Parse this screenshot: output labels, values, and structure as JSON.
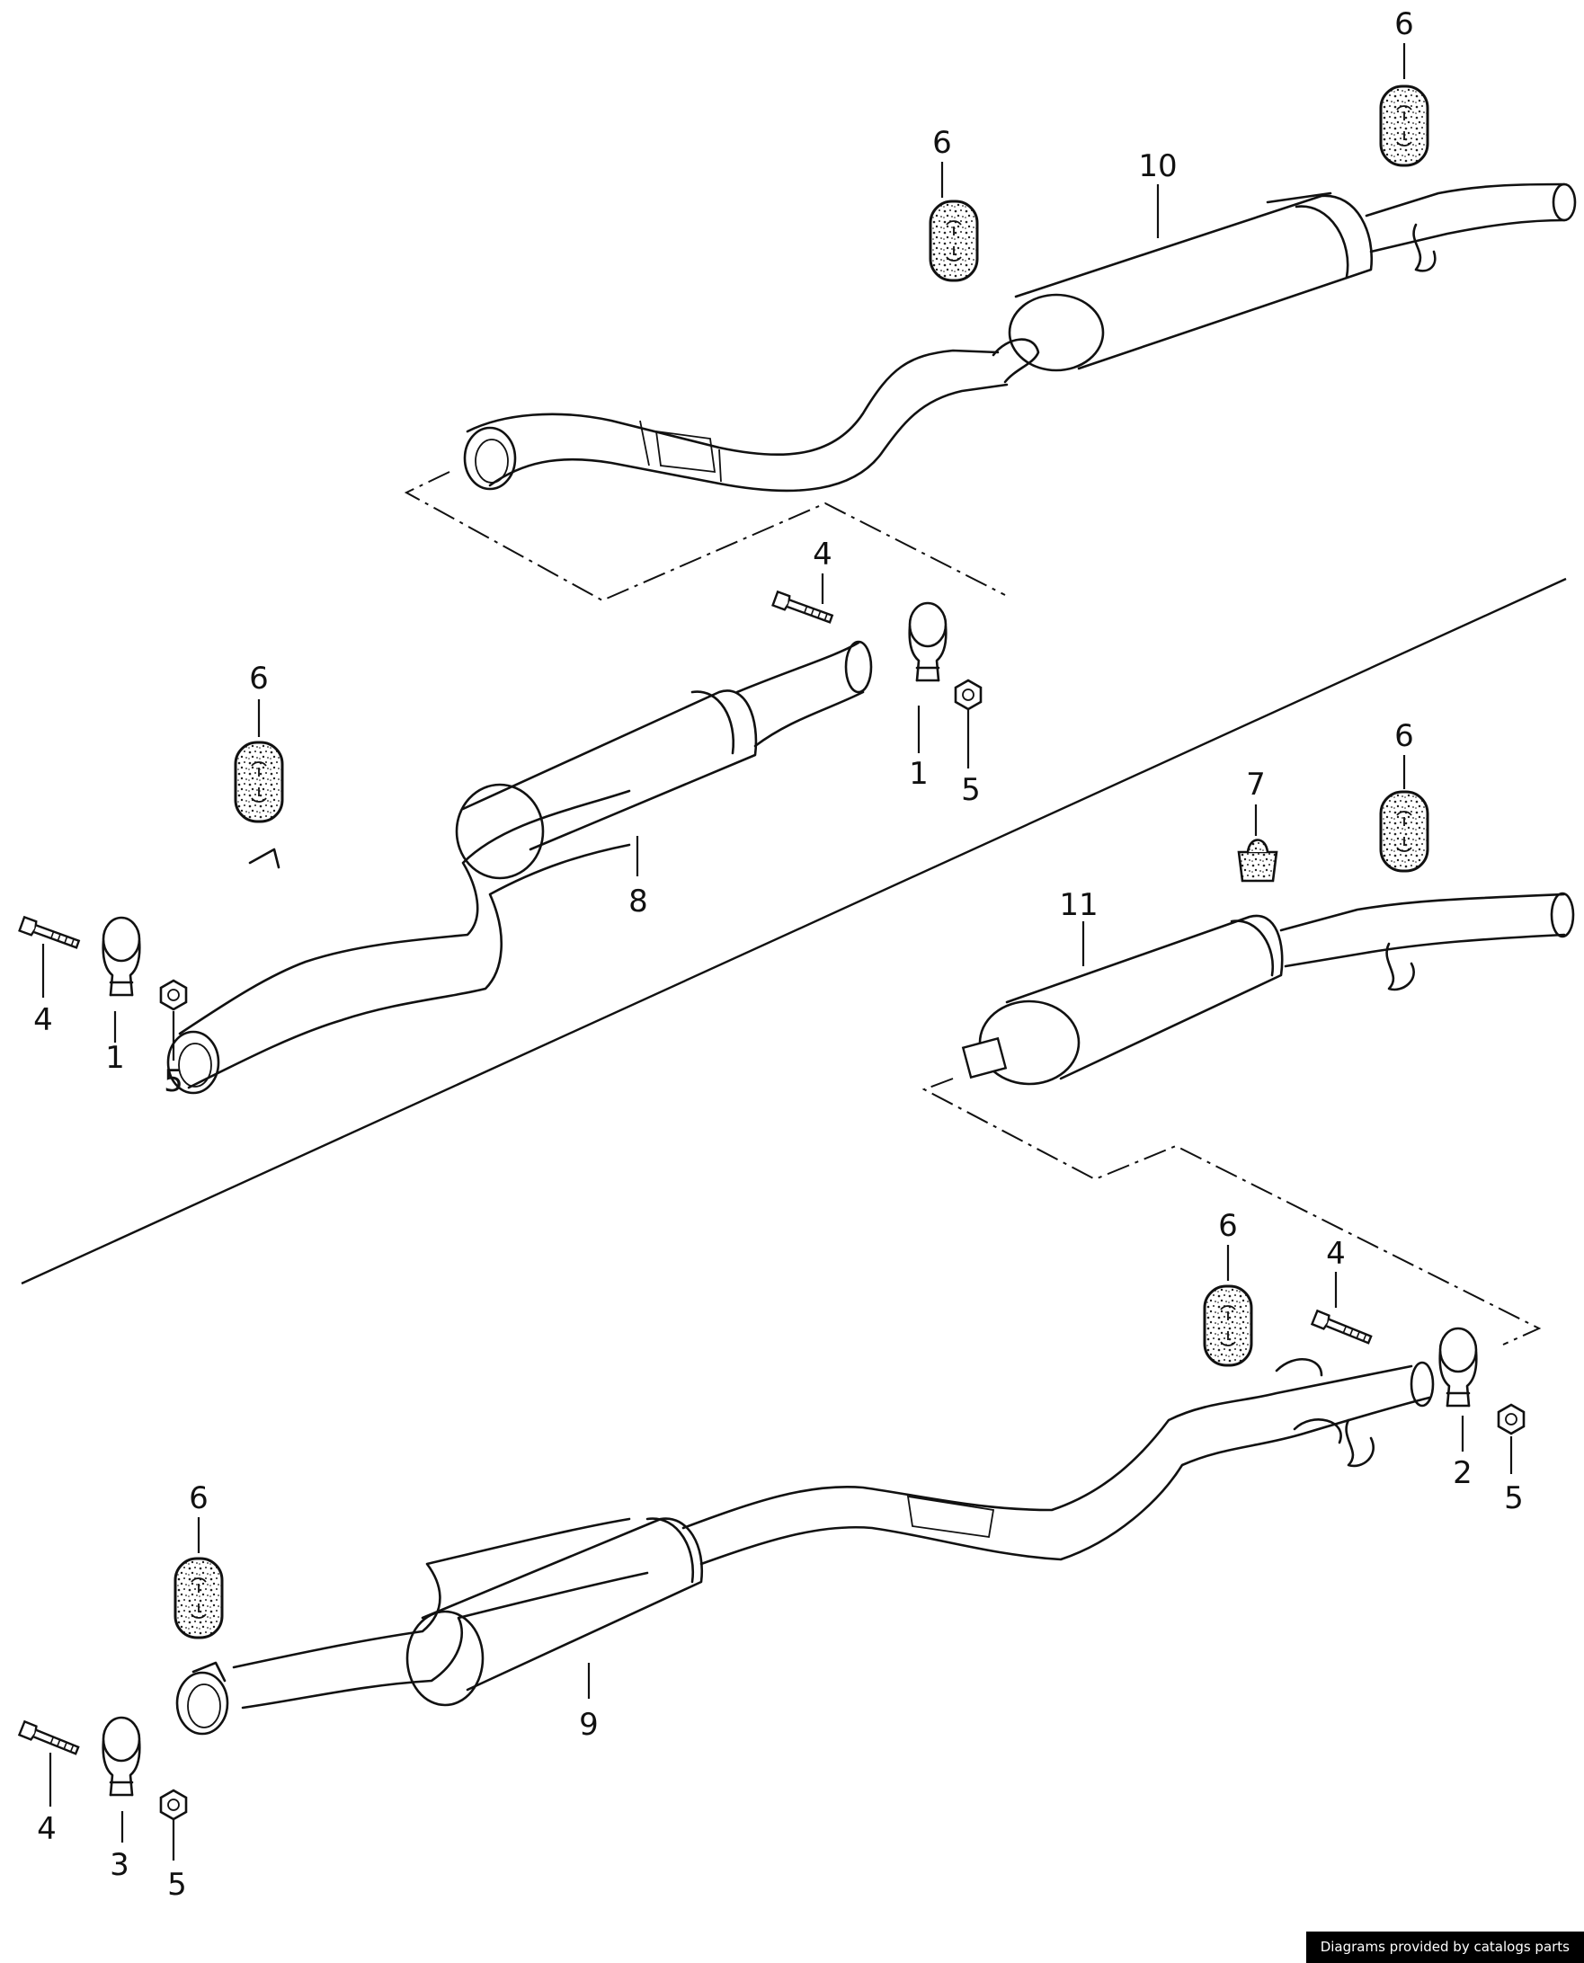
{
  "credit": "Diagrams provided by catalogs parts",
  "callouts": {
    "c1a": "1",
    "c1b": "1",
    "c2": "2",
    "c3": "3",
    "c4a": "4",
    "c4b": "4",
    "c4c": "4",
    "c4d": "4",
    "c5a": "5",
    "c5b": "5",
    "c5c": "5",
    "c5d": "5",
    "c6a": "6",
    "c6b": "6",
    "c6c": "6",
    "c6d": "6",
    "c6e": "6",
    "c6f": "6",
    "c7": "7",
    "c8": "8",
    "c9": "9",
    "c10": "10",
    "c11": "11"
  }
}
